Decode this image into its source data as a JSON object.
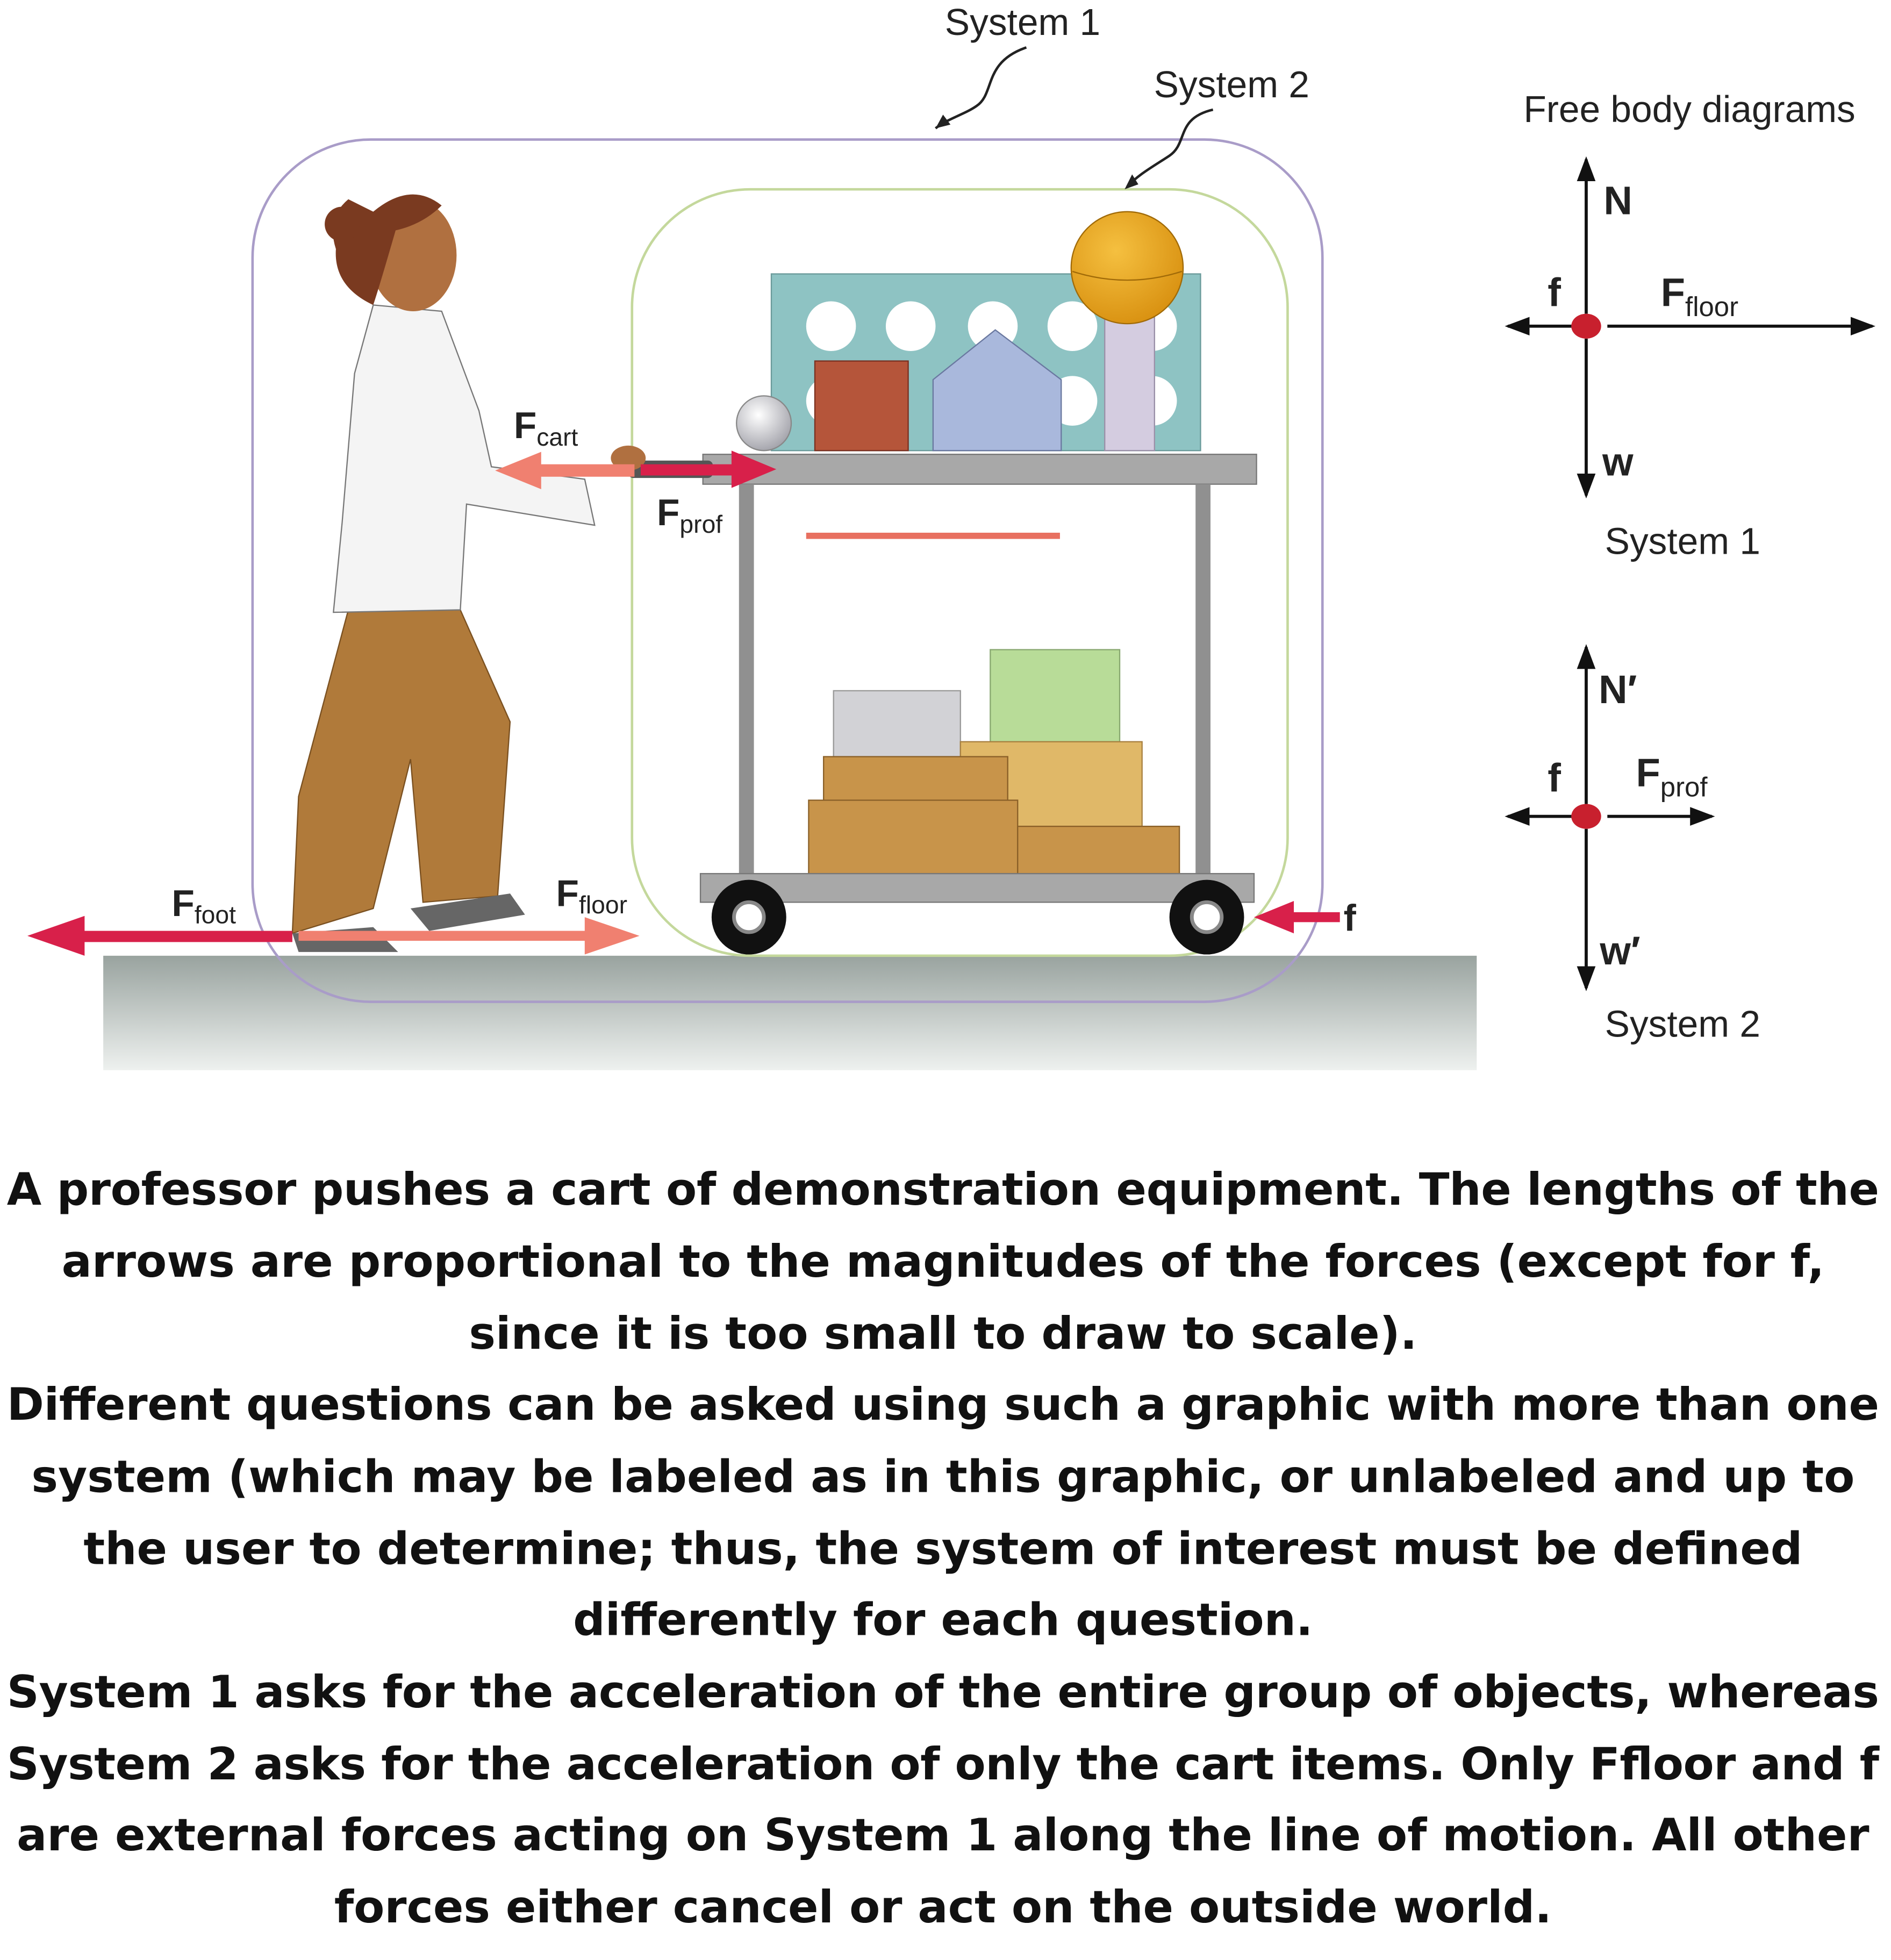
{
  "scene": {
    "system1_label": "System 1",
    "system2_label": "System 2",
    "forces": {
      "F_cart": {
        "main": "F",
        "sub": "cart"
      },
      "F_prof": {
        "main": "F",
        "sub": "prof"
      },
      "F_foot": {
        "main": "F",
        "sub": "foot"
      },
      "F_floor": {
        "main": "F",
        "sub": "floor"
      },
      "f": "f"
    }
  },
  "fbd": {
    "title": "Free body diagrams",
    "system1": {
      "N": "N",
      "f": "f",
      "F_main": "F",
      "F_sub": "floor",
      "w": "w",
      "label": "System 1"
    },
    "system2": {
      "N": "N′",
      "f": "f",
      "F_main": "F",
      "F_sub": "prof",
      "w": "w′",
      "label": "System 2"
    }
  },
  "colors": {
    "force_red": "#d8204a",
    "force_light": "#f08070",
    "dot": "#c8202e",
    "system1_outline": "#a99cc8",
    "system2_outline": "#c4d89c"
  },
  "caption": {
    "lines": [
      "A professor pushes a cart of demonstration equipment. The lengths of the",
      "arrows are proportional to the magnitudes of the forces (except for f,",
      "since it is too small to draw to scale).",
      "Different questions can be asked using such a graphic with more than one",
      "system (which may be labeled as in this graphic, or unlabeled and up to",
      "the user to determine; thus, the system of interest must be defined",
      "differently for each question.",
      "System 1 asks for the acceleration of the entire group of objects, whereas",
      "System 2 asks for the acceleration of only the cart items. Only Ffloor and f",
      "are external forces acting on System 1 along the line of motion. All other",
      "forces either cancel or act on the outside world."
    ]
  }
}
